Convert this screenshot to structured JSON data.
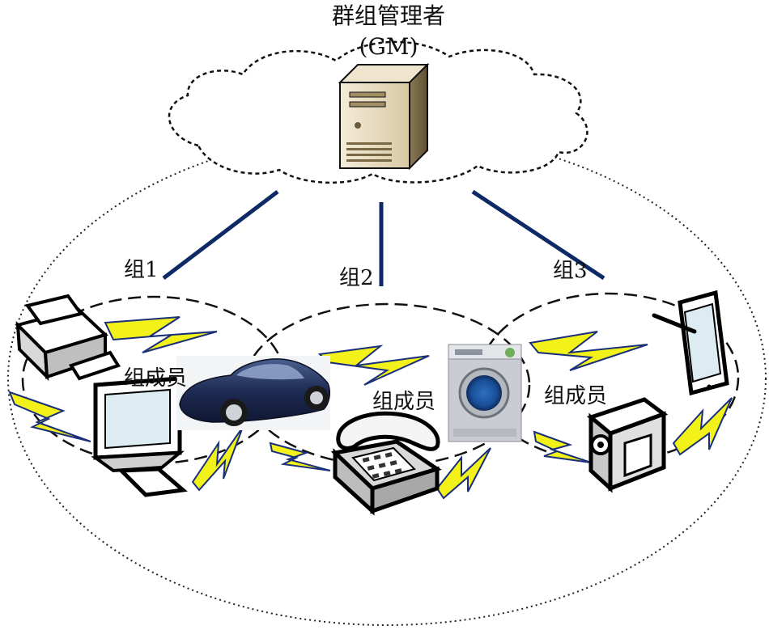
{
  "gm": {
    "title": "群组管理者",
    "abbr": "(GM)"
  },
  "groups": [
    {
      "label": "组1",
      "member_label": "组成员"
    },
    {
      "label": "组2",
      "member_label": "组成员"
    },
    {
      "label": "组3",
      "member_label": "组成员"
    }
  ],
  "devices": [
    "printer-icon",
    "monitor-icon",
    "car-image",
    "telephone-icon",
    "washing-machine-icon",
    "tablet-icon",
    "video-camera-icon",
    "server-icon"
  ],
  "colors": {
    "link_line": "#0d2a66",
    "lightning_fill": "#f2f21a",
    "lightning_stroke": "#1a2f7a",
    "car_body": "#1e2b52",
    "server_body": "#e8dcc0"
  }
}
